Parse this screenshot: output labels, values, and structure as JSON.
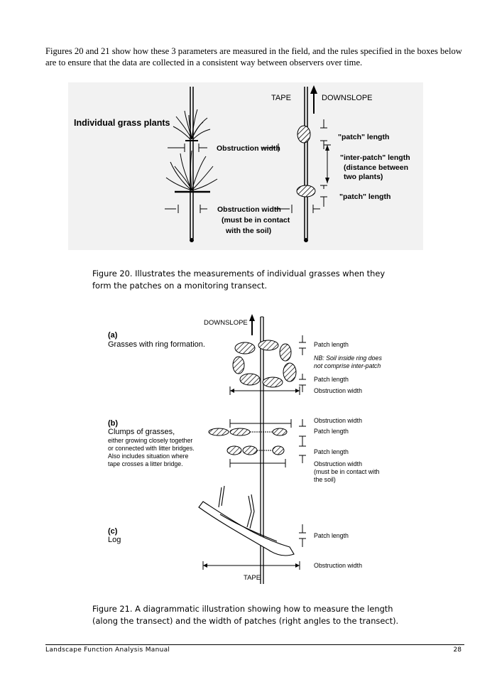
{
  "intro_text": "Figures 20 and 21 show how these 3 parameters are measured in the field, and the rules specified in the boxes below are to ensure that the data are collected in a consistent way between observers over time.",
  "figure20": {
    "label_tape": "TAPE",
    "label_downslope": "DOWNSLOPE",
    "label_individual": "Individual grass plants",
    "label_obstruction_width": "Obstruction width",
    "label_obstruction_width_2": "Obstruction width",
    "label_must_contact_1": "(must be in contact",
    "label_must_contact_2": "with the soil)",
    "label_patch_length_top": "\"patch\" length",
    "label_interpatch_1": "\"inter-patch\" length",
    "label_interpatch_2": "(distance between",
    "label_interpatch_3": "two plants)",
    "label_patch_length_bottom": "\"patch\" length",
    "caption_1": "Figure 20.  Illustrates the measurements of individual grasses when they",
    "caption_2": "form the patches on a monitoring transect."
  },
  "figure21": {
    "label_downslope": "DOWNSLOPE",
    "label_tape": "TAPE",
    "a_letter": "(a)",
    "a_title": "Grasses with ring formation.",
    "a_patch_length_1": "Patch length",
    "a_note_1": "NB: Soil inside ring does",
    "a_note_2": "not comprise inter-patch",
    "a_patch_length_2": "Patch length",
    "a_obstruction": "Obstruction width",
    "b_letter": "(b)",
    "b_title": "Clumps of grasses,",
    "b_desc_1": "either growing closely together",
    "b_desc_2": "or connected with litter bridges.",
    "b_desc_3": "Also includes situation where",
    "b_desc_4": "tape crosses a litter bridge.",
    "b_obstruction_1": "Obstruction width",
    "b_patch_length_1": "Patch length",
    "b_patch_length_2": "Patch length",
    "b_obstruction_2": "Obstruction width",
    "b_obstruction_note_1": "(must be in contact with",
    "b_obstruction_note_2": "the soil)",
    "c_letter": "(c)",
    "c_title": "Log",
    "c_patch_length": "Patch length",
    "c_obstruction": "Obstruction width",
    "caption_1": "Figure 21.  A diagrammatic illustration showing how to measure the length",
    "caption_2": "(along the transect) and the width of patches (right angles to the transect)."
  },
  "footer": {
    "title": "Landscape Function Analysis Manual",
    "page_number": "28"
  }
}
